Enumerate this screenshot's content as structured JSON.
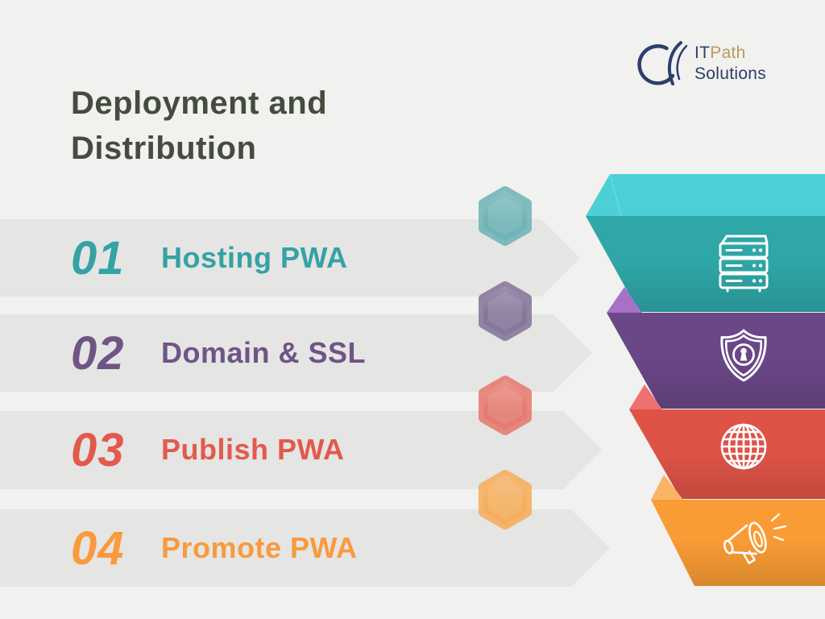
{
  "title": {
    "text": "Deployment and\nDistribution",
    "color": "#454b3f"
  },
  "logo": {
    "part1": "IT",
    "part2": "Path",
    "part3": "Solutions",
    "color_primary": "#2c3e6d",
    "color_accent": "#bd9a5f"
  },
  "rows": [
    {
      "number": "01",
      "label": "Hosting PWA",
      "text_color": "#35a2a4",
      "hex_color": "#6fb3b6",
      "funnel_color": "#2fa7a8",
      "funnel_light": "#4cd0d6",
      "icon": "server-icon"
    },
    {
      "number": "02",
      "label": "Domain & SSL",
      "text_color": "#6e5586",
      "hex_color": "#84759a",
      "funnel_color": "#6a4787",
      "funnel_light": "#a571c9",
      "icon": "shield-lock-icon"
    },
    {
      "number": "03",
      "label": "Publish PWA",
      "text_color": "#e25a4d",
      "hex_color": "#e67a70",
      "funnel_color": "#df5347",
      "funnel_light": "#ee7170",
      "icon": "globe-icon"
    },
    {
      "number": "04",
      "label": "Promote PWA",
      "text_color": "#f99a3e",
      "hex_color": "#f5ad5c",
      "funnel_color": "#f99c35",
      "funnel_light": "#f9b466",
      "icon": "megaphone-icon"
    }
  ],
  "colors": {
    "background": "#f1f1ef",
    "bar": "#e5e5e3",
    "icon_stroke": "#ffffff"
  }
}
